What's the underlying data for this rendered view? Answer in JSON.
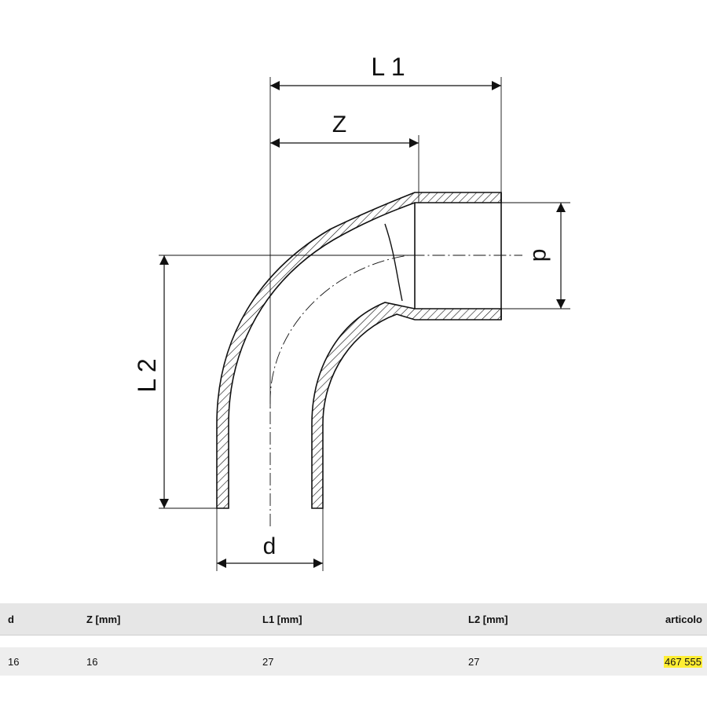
{
  "drawing": {
    "labels": {
      "l1": "L 1",
      "z": "Z",
      "l2": "L 2",
      "d_bottom": "d",
      "d_right": "d"
    },
    "colors": {
      "ink": "#111111",
      "header_bg": "#e6e6e6",
      "row_bg": "#eeeeee",
      "highlight": "#ffee33"
    }
  },
  "table": {
    "headers": [
      "d",
      "Z [mm]",
      "L1 [mm]",
      "L2 [mm]",
      "articolo"
    ],
    "rows": [
      {
        "d": "16",
        "z": "16",
        "l1": "27",
        "l2": "27",
        "articolo": "467 555"
      }
    ]
  }
}
